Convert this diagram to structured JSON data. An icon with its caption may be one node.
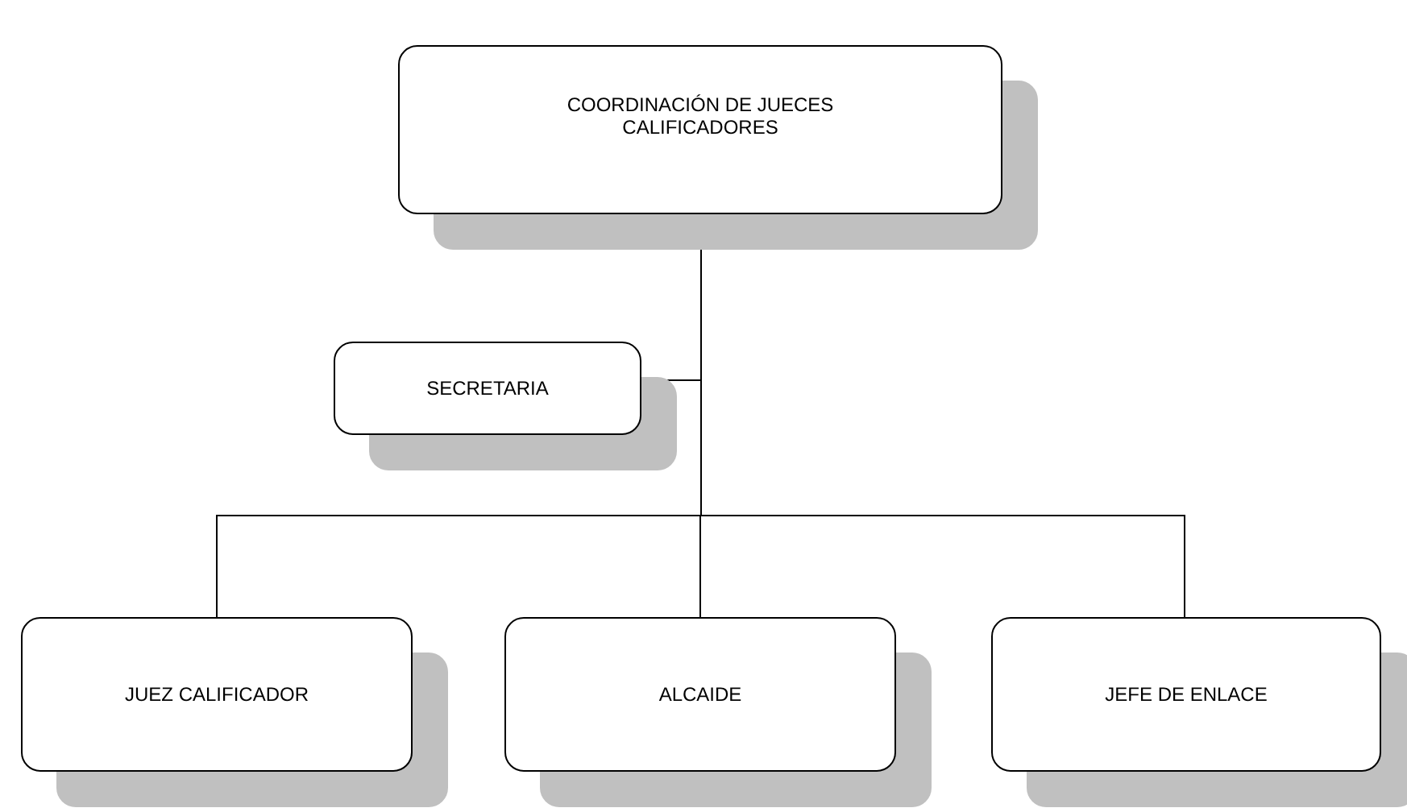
{
  "diagram": {
    "nodes": [
      {
        "text": [
          "COORDINACIÓN DE JUECES CALIFICADORES"
        ]
      },
      {
        "text": [
          "SECRETARIA"
        ]
      },
      {
        "text": [
          "JUEZ CALIFICADOR"
        ]
      },
      {
        "text": [
          "ALCAIDE"
        ]
      },
      {
        "text": [
          "JEFE DE ENLACE"
        ]
      }
    ],
    "edges": [
      {
        "from": 0,
        "to": 1,
        "arrow": "none"
      },
      {
        "from": 0,
        "to": 2,
        "arrow": "none"
      },
      {
        "from": 0,
        "to": 3,
        "arrow": "none"
      },
      {
        "from": 0,
        "to": 4,
        "arrow": "none"
      }
    ]
  }
}
